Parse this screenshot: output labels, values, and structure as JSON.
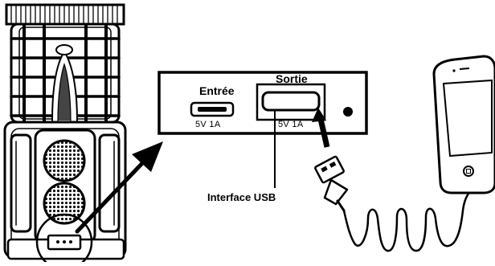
{
  "panel": {
    "input_label": "Entrée",
    "input_rating": "5V 1A",
    "output_label": "Sortie",
    "output_rating": "5V 1A"
  },
  "callout": {
    "usb_interface_label": "Interface USB"
  },
  "colors": {
    "ink": "#000000",
    "paper": "#ffffff"
  }
}
